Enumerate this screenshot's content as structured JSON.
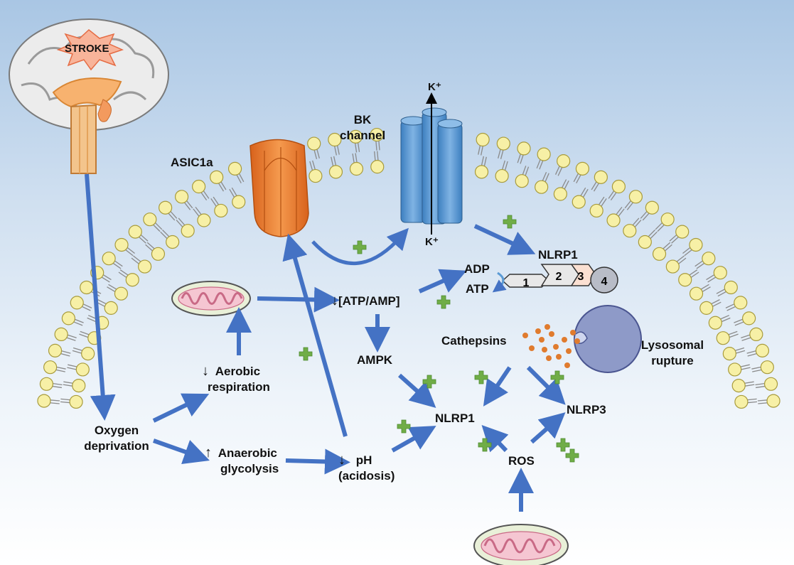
{
  "labels": {
    "stroke": "STROKE",
    "asic1a": "ASIC1a",
    "bk_line1": "BK",
    "bk_line2": "channel",
    "k_top": "K⁺",
    "k_bottom": "K⁺",
    "nlrp1_top": "NLRP1",
    "adp": "ADP",
    "atp": "ATP",
    "atp_amp": "[ATP/AMP]",
    "ampk": "AMPK",
    "cathepsins": "Cathepsins",
    "lysosomal_line1": "Lysosomal",
    "lysosomal_line2": "rupture",
    "aerobic_line1": "Aerobic",
    "aerobic_line2": "respiration",
    "oxygen_line1": "Oxygen",
    "oxygen_line2": "deprivation",
    "anaerobic_line1": "Anaerobic",
    "anaerobic_line2": "glycolysis",
    "ph_line1": "pH",
    "ph_line2": "(acidosis)",
    "nlrp1_bottom": "NLRP1",
    "nlrp3": "NLRP3",
    "ros": "ROS",
    "down_arrow": "↓",
    "up_arrow": "↑"
  },
  "nlrp1_domains": [
    "1",
    "2",
    "3",
    "4"
  ],
  "colors": {
    "arrow": "#4472c4",
    "lipid_head": "#f7f0a6",
    "asic": "#ed7d31",
    "bk_channel": "#5b9bd5",
    "plus": "#70ad47",
    "lysosome": "#8e9ac8",
    "cathepsin": "#e07b2e",
    "mito_outer": "#e9f0d8",
    "mito_inner": "#e58aa2"
  },
  "icons": {
    "brain": "brain-icon",
    "mitochondrion": "mitochondrion-icon",
    "plus": "plus-icon"
  }
}
